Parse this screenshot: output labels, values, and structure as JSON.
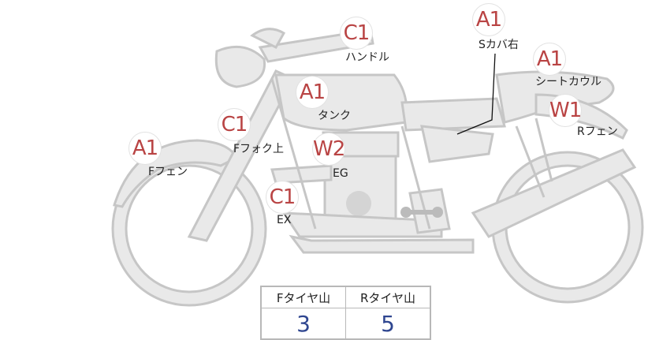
{
  "parts": [
    {
      "grade": "C1",
      "label": "ハンドル"
    },
    {
      "grade": "A1",
      "label": "タンク"
    },
    {
      "grade": "C1",
      "label": "Fフォク上"
    },
    {
      "grade": "A1",
      "label": "Fフェン"
    },
    {
      "grade": "W2",
      "label": "EG"
    },
    {
      "grade": "C1",
      "label": "EX"
    },
    {
      "grade": "A1",
      "label": "Sカバ右"
    },
    {
      "grade": "A1",
      "label": "シートカウル"
    },
    {
      "grade": "W1",
      "label": "Rフェン"
    }
  ],
  "tires": {
    "front_label": "Fタイヤ山",
    "front_value": "3",
    "rear_label": "Rタイヤ山",
    "rear_value": "5"
  }
}
